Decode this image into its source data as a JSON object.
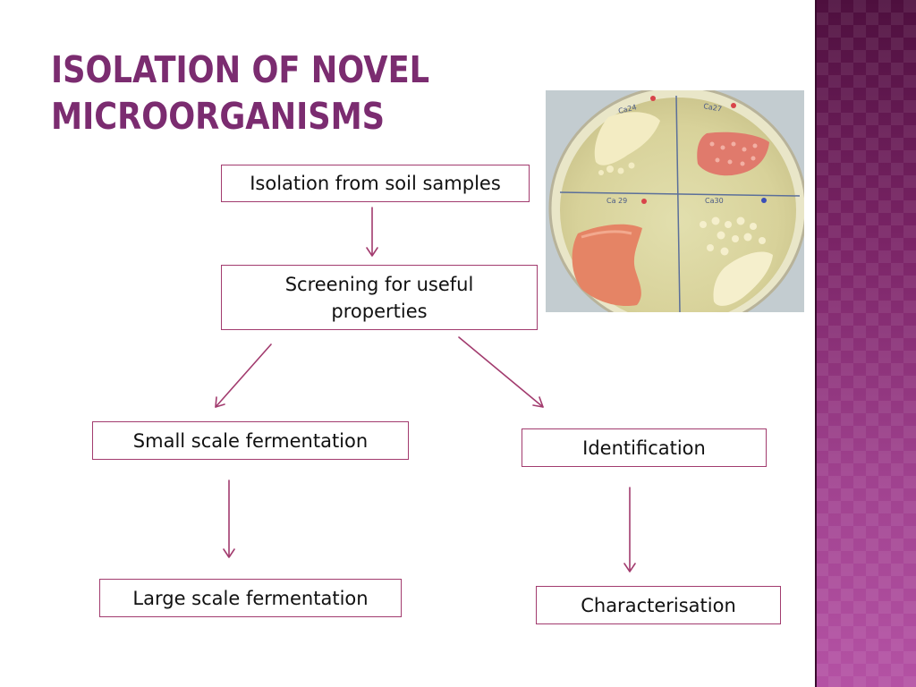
{
  "slide": {
    "title": "ISOLATION OF NOVEL MICROORGANISMS"
  },
  "flowchart": {
    "nodes": {
      "soil": "Isolation from soil samples",
      "screening": "Screening for useful properties",
      "small_scale": "Small scale fermentation",
      "large_scale": "Large scale fermentation",
      "identification": "Identification",
      "characterisation": "Characterisation"
    }
  },
  "photo": {
    "quadrant_labels": [
      "Ca24",
      "Ca27",
      "Ca 29",
      "Ca30"
    ]
  },
  "colors": {
    "title": "#7b2c70",
    "box_border": "#a23b6e",
    "arrow": "#a23b6e",
    "side_band": "#8a2f78"
  }
}
